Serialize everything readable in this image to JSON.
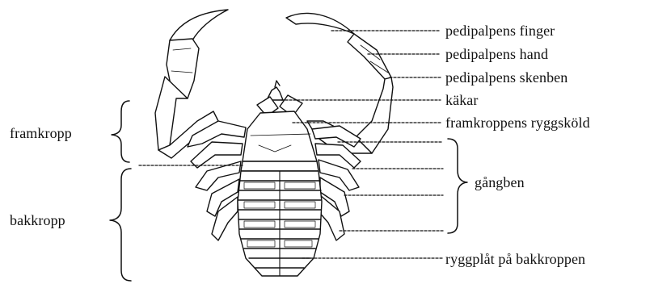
{
  "labels": {
    "pedipalp_finger": "pedipalpens finger",
    "pedipalp_hand": "pedipalpens hand",
    "pedipalp_tibia": "pedipalpens skenben",
    "chelicerae": "käkar",
    "carapace": "framkroppens ryggsköld",
    "walking_legs": "gångben",
    "opisthosoma_plate": "ryggplåt på bakkroppen",
    "prosoma": "framkropp",
    "opisthosoma": "bakkropp"
  },
  "colors": {
    "ink": "#111111",
    "background": "#ffffff"
  }
}
